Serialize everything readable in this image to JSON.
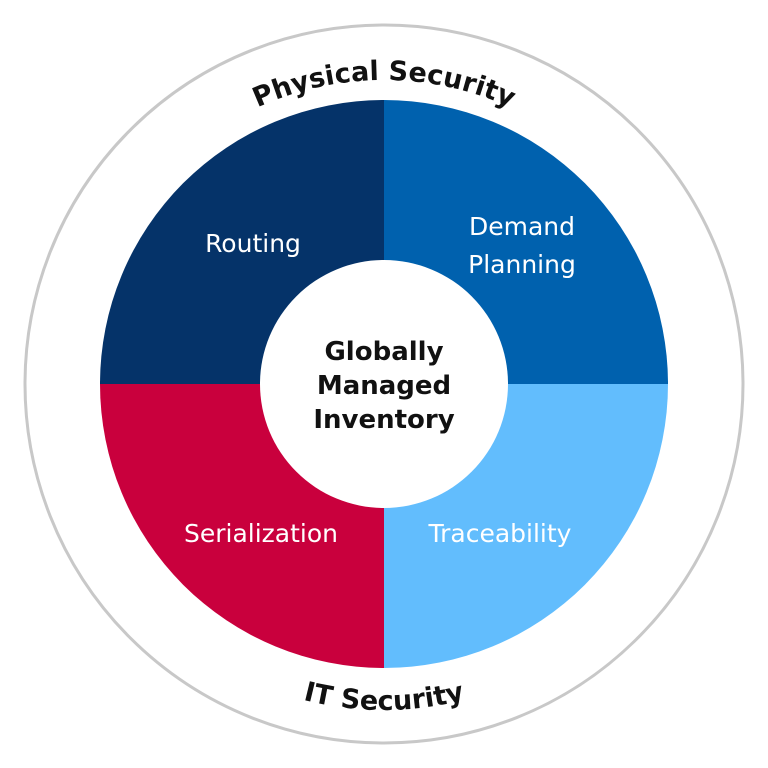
{
  "outer_ring": {
    "top_label": "Physical Security",
    "bottom_label": "IT Security"
  },
  "center": {
    "lines": [
      "Globally",
      "Managed",
      "Inventory"
    ]
  },
  "quadrants": [
    {
      "lines": [
        "Routing"
      ],
      "color": "#053369"
    },
    {
      "lines": [
        "Demand",
        "Planning"
      ],
      "color": "#0061ae"
    },
    {
      "lines": [
        "Traceability"
      ],
      "color": "#62bdfd"
    },
    {
      "lines": [
        "Serialization"
      ],
      "color": "#c9003d"
    }
  ],
  "colors": {
    "ring": "#c8c8c8",
    "text": "#111111"
  }
}
